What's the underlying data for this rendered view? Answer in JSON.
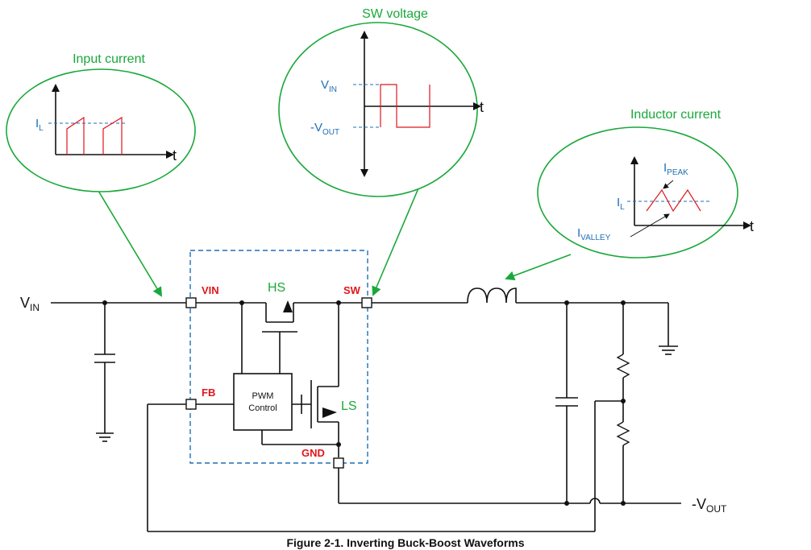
{
  "callouts": {
    "input_current": {
      "title": "Input current",
      "y_label": "I",
      "y_label_sub": "L",
      "x_label": "t"
    },
    "sw_voltage": {
      "title": "SW voltage",
      "vin_label": "V",
      "vin_sub": "IN",
      "vout_label": "-V",
      "vout_sub": "OUT",
      "x_label": "t"
    },
    "inductor_current": {
      "title": "Inductor current",
      "peak_label": "I",
      "peak_sub": "PEAK",
      "il_label": "I",
      "il_sub": "L",
      "valley_label": "I",
      "valley_sub": "VALLEY",
      "x_label": "t"
    }
  },
  "circuit": {
    "vin_label": "V",
    "vin_sub": "IN",
    "vout_label": "-V",
    "vout_sub": "OUT",
    "pin_vin": "VIN",
    "pin_sw": "SW",
    "pin_fb": "FB",
    "pin_gnd": "GND",
    "hs_label": "HS",
    "ls_label": "LS",
    "pwm_line1": "PWM",
    "pwm_line2": "Control"
  },
  "caption": "Figure 2-1. Inverting Buck-Boost Waveforms",
  "colors": {
    "callout": "#1aa83a",
    "pin_label": "#e0161b",
    "signal": "#1f6fb5",
    "waveform": "#e0161b",
    "ic_border": "#1f6fb5"
  }
}
